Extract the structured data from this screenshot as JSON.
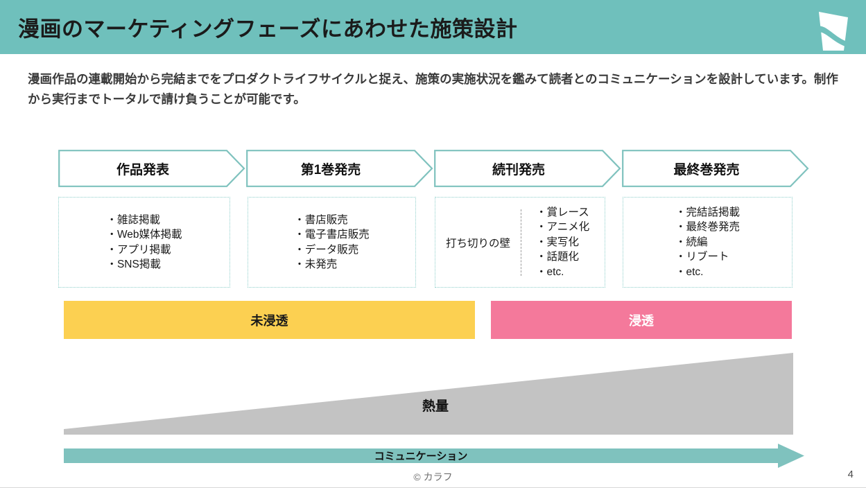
{
  "header": {
    "title": "漫画のマーケティングフェーズにあわせた施策設計",
    "bg_color": "#6FC0BC",
    "logo_name": "karafu-cup-logo"
  },
  "lead": {
    "text": "漫画作品の連載開始から完結までをプロダクトライフサイクルと捉え、施策の実施状況を鑑みて読者とのコミュニケーションを設計しています。制作から実行までトータルで請け負うことが可能です。"
  },
  "phases": [
    {
      "label": "作品発表"
    },
    {
      "label": "第1巻発売"
    },
    {
      "label": "続刊発売"
    },
    {
      "label": "最終巻発売"
    }
  ],
  "detail_boxes": [
    {
      "items": [
        "・雑誌掲載",
        "・Web媒体掲載",
        "・アプリ掲載",
        "・SNS掲載"
      ]
    },
    {
      "items": [
        "・書店販売",
        "・電子書店販売",
        "・データ販売",
        "・未発売"
      ]
    },
    {
      "wall_label": "打ち切りの壁",
      "items": [
        "・賞レース",
        "・アニメ化",
        "・実写化",
        "・話題化",
        "・etc."
      ]
    },
    {
      "items": [
        "・完結話掲載",
        "・最終巻発売",
        "・続編",
        "・リブート",
        "・etc."
      ]
    }
  ],
  "penetration": {
    "low": {
      "label": "未浸透",
      "color": "#FCD051"
    },
    "high": {
      "label": "浸透",
      "color": "#F4799B"
    }
  },
  "heat": {
    "label": "熱量",
    "color": "#C3C3C3"
  },
  "communication": {
    "label": "コミュニケーション",
    "color": "#7FC2BE"
  },
  "footer": {
    "copyright": "© カラフ",
    "page_number": "4"
  }
}
